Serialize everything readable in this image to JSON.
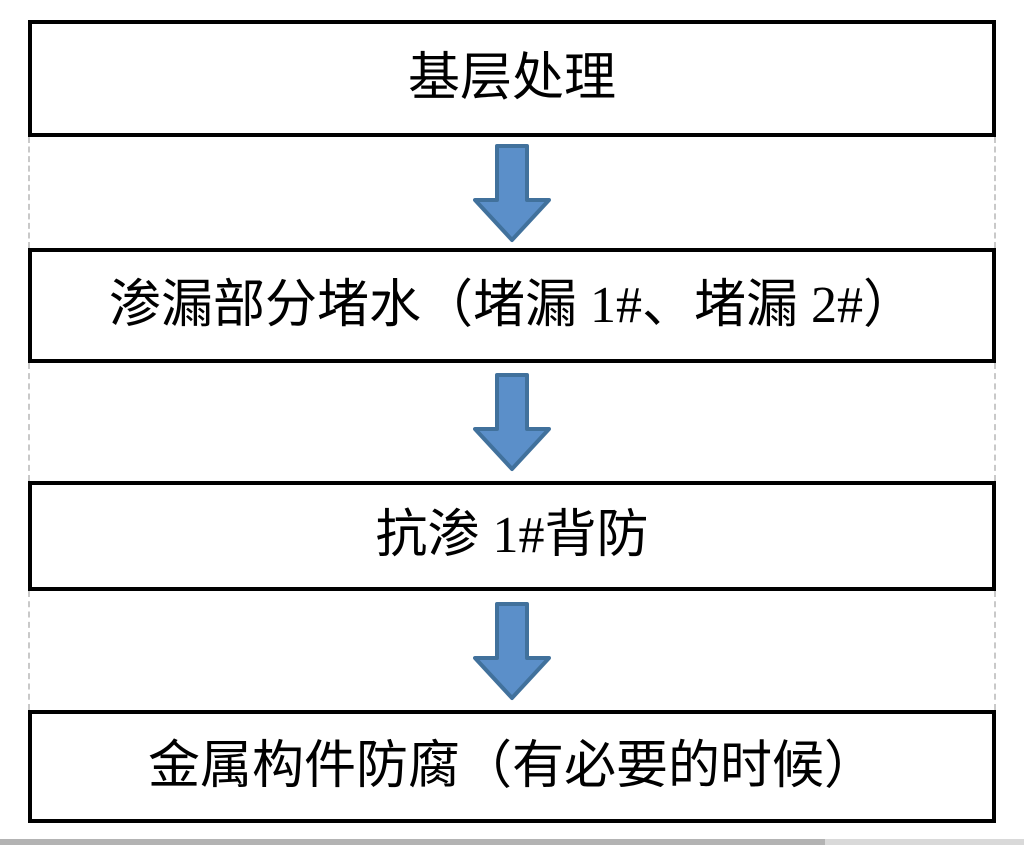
{
  "flowchart": {
    "steps": [
      {
        "label": "基层处理"
      },
      {
        "label": "渗漏部分堵水（堵漏 1#、堵漏 2#）"
      },
      {
        "label": "抗渗 1#背防"
      },
      {
        "label": "金属构件防腐（有必要的时候）"
      }
    ],
    "connector": {
      "icon": "down-arrow",
      "fill": "#5B8FC9",
      "stroke": "#41719C"
    },
    "box_border_color": "#000000",
    "gridline_color": "#C9C9C9"
  },
  "scrollbar": {
    "orientation": "horizontal",
    "thumb_color": "#B3B3B3",
    "track_color": "#D9D9D9"
  }
}
